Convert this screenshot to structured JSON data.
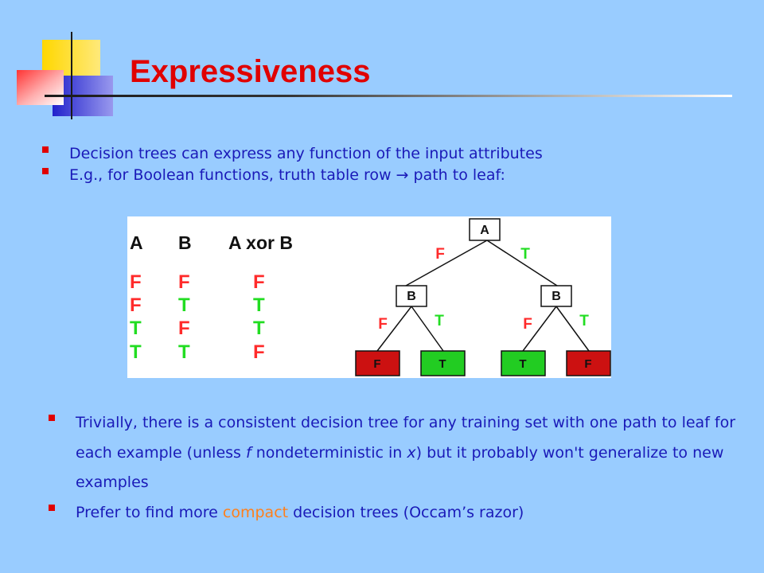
{
  "colors": {
    "background": "#99CCFF",
    "title": "#E00000",
    "bullet_text": "#1A1AB8",
    "bullet_marker": "#E00000",
    "highlight": "#FF7F1A",
    "false_value": "#FF2B2B",
    "true_value": "#22DD22",
    "leaf_false_fill": "#CC1111",
    "leaf_true_fill": "#22CC22"
  },
  "slide": {
    "title": "Expressiveness",
    "bullets_top": [
      {
        "text": "Decision trees can express any function of the input attributes"
      },
      {
        "text": "E.g., for Boolean functions, truth table row → path to leaf:"
      }
    ],
    "bullet3": {
      "before": "Trivially, there is a consistent decision tree for any training set with one path to leaf for each example (unless ",
      "f": "f",
      "middle": " nondeterministic in ",
      "x": "x",
      "after": ") but it probably won't generalize to new examples"
    },
    "bullet4": {
      "before": "Prefer to find more ",
      "highlight": "compact",
      "after": " decision trees (Occam’s razor)"
    }
  },
  "figure": {
    "truth_table": {
      "headers": [
        "A",
        "B",
        "A xor B"
      ],
      "rows": [
        [
          "F",
          "F",
          "F"
        ],
        [
          "F",
          "T",
          "T"
        ],
        [
          "T",
          "F",
          "T"
        ],
        [
          "T",
          "T",
          "F"
        ]
      ]
    },
    "tree": {
      "root": "A",
      "root_edges": [
        "F",
        "T"
      ],
      "left_node": "B",
      "right_node": "B",
      "left_edges": [
        "F",
        "T"
      ],
      "right_edges": [
        "F",
        "T"
      ],
      "leaves": [
        "F",
        "T",
        "T",
        "F"
      ]
    }
  }
}
